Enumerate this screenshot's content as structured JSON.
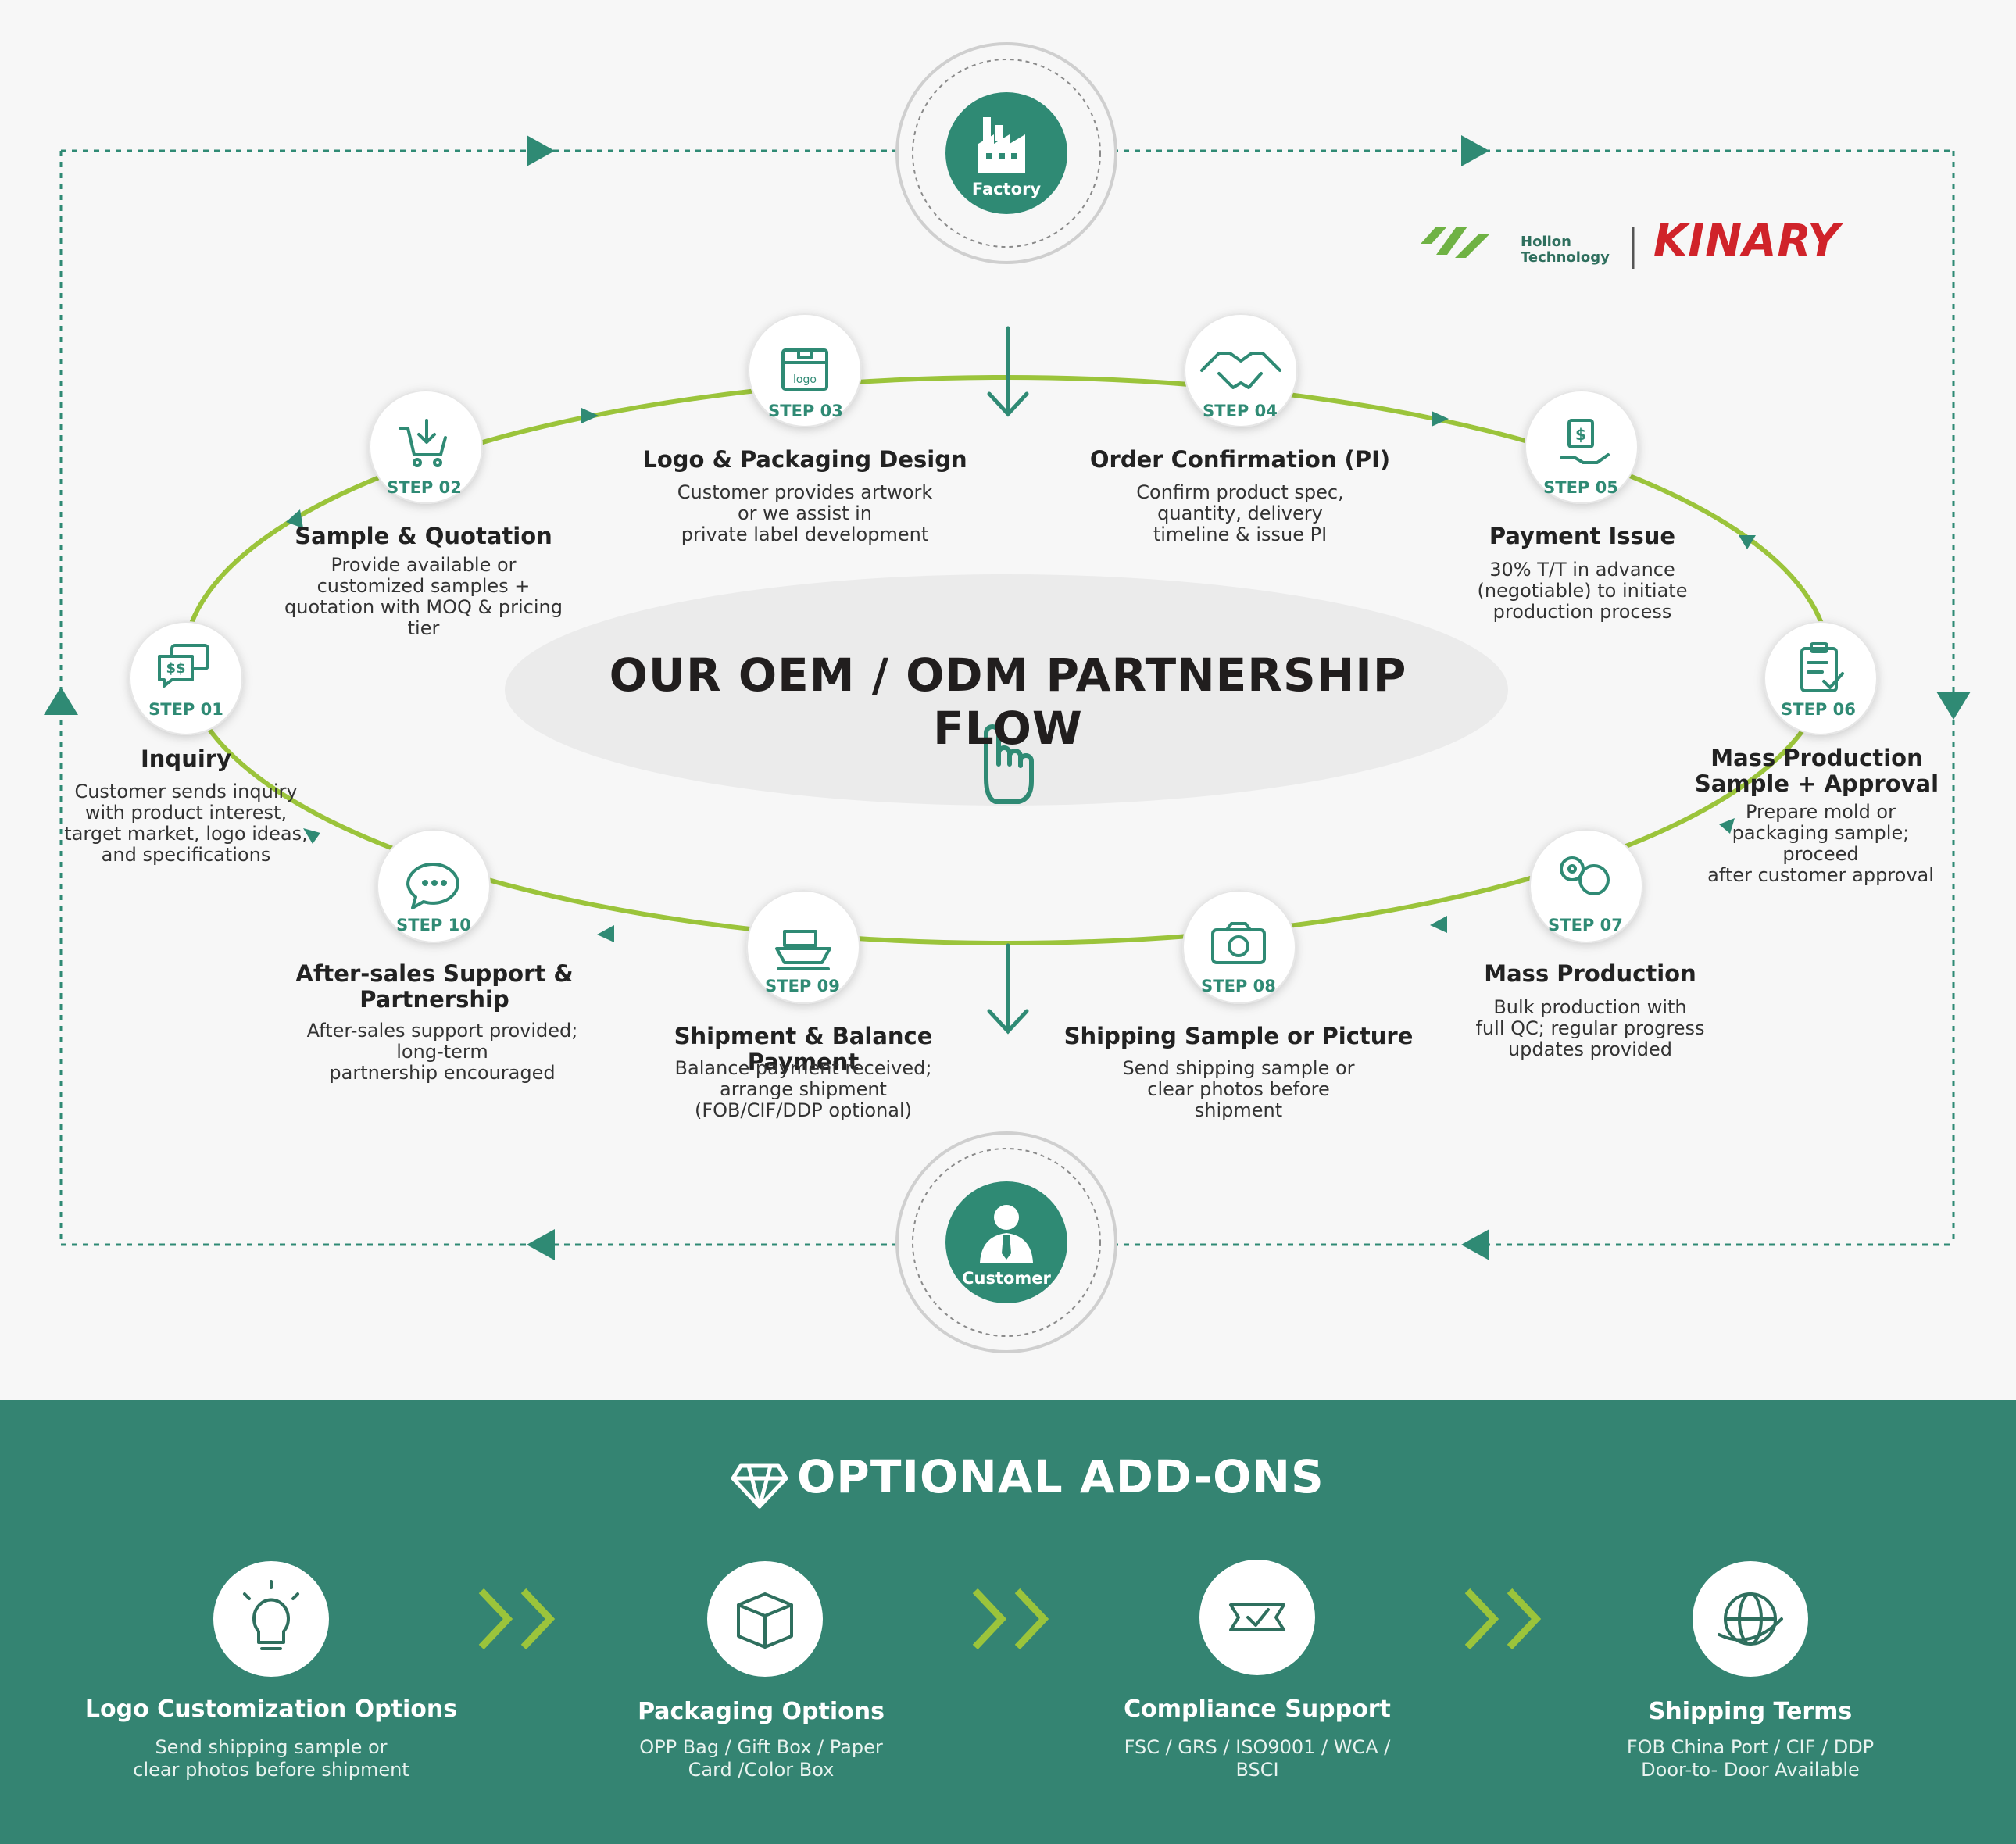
{
  "title": "OUR OEM / ODM PARTNERSHIP FLOW",
  "brand": {
    "logo1_line1": "Hollon",
    "logo1_line2": "Technology",
    "logo2": "KINARY"
  },
  "hubs": {
    "top": "Factory",
    "bottom": "Customer"
  },
  "steps": [
    {
      "num": "STEP 01",
      "title": "Inquiry",
      "desc": "Customer sends inquiry\nwith product interest,\ntarget market, logo ideas,\nand specifications",
      "icon": "chat-dollar-icon"
    },
    {
      "num": "STEP 02",
      "title": "Sample & Quotation",
      "desc": "Provide available or\ncustomized samples +\nquotation with MOQ & pricing\ntier",
      "icon": "cart-download-icon"
    },
    {
      "num": "STEP 03",
      "title": "Logo & Packaging Design",
      "desc": "Customer provides artwork\nor we assist in\nprivate label development",
      "icon": "logo-box-icon"
    },
    {
      "num": "STEP 04",
      "title": "Order Confirmation (PI)",
      "desc": "Confirm product spec,\nquantity, delivery\ntimeline & issue PI",
      "icon": "handshake-icon"
    },
    {
      "num": "STEP 05",
      "title": "Payment Issue",
      "desc": "30% T/T in advance\n(negotiable) to initiate\nproduction process",
      "icon": "payment-hand-icon"
    },
    {
      "num": "STEP 06",
      "title": "Mass Production\nSample + Approval",
      "desc": "Prepare mold or\npackaging sample;\nproceed\nafter customer approval",
      "icon": "clipboard-check-icon"
    },
    {
      "num": "STEP 07",
      "title": "Mass Production",
      "desc": "Bulk production with\nfull QC; regular progress\nupdates provided",
      "icon": "gears-icon"
    },
    {
      "num": "STEP 08",
      "title": "Shipping Sample or Picture",
      "desc": "Send shipping sample or\nclear photos before\nshipment",
      "icon": "camera-icon"
    },
    {
      "num": "STEP 09",
      "title": "Shipment & Balance Payment",
      "desc": "Balance payment received;\narrange shipment\n(FOB/CIF/DDP optional)",
      "icon": "ship-icon"
    },
    {
      "num": "STEP 10",
      "title": "After-sales Support &\nPartnership",
      "desc": "After-sales support provided;\nlong-term\npartnership encouraged",
      "icon": "support-chat-icon"
    }
  ],
  "addons": {
    "title": "OPTIONAL ADD-ONS",
    "items": [
      {
        "title": "Logo Customization Options",
        "desc": "Send shipping sample or\nclear photos before shipment",
        "icon": "lightbulb-icon"
      },
      {
        "title": "Packaging Options",
        "desc": "OPP Bag / Gift Box / Paper\nCard /Color Box",
        "icon": "box-icon"
      },
      {
        "title": "Compliance Support",
        "desc": "FSC / GRS / ISO9001 / WCA /\nBSCI",
        "icon": "badge-check-icon"
      },
      {
        "title": "Shipping Terms",
        "desc": "FOB China Port / CIF / DDP\nDoor-to- Door Available",
        "icon": "globe-plane-icon"
      }
    ]
  },
  "colors": {
    "teal": "#2f8a74",
    "green": "#9bc43b",
    "band": "#348472",
    "red": "#d0232a"
  }
}
